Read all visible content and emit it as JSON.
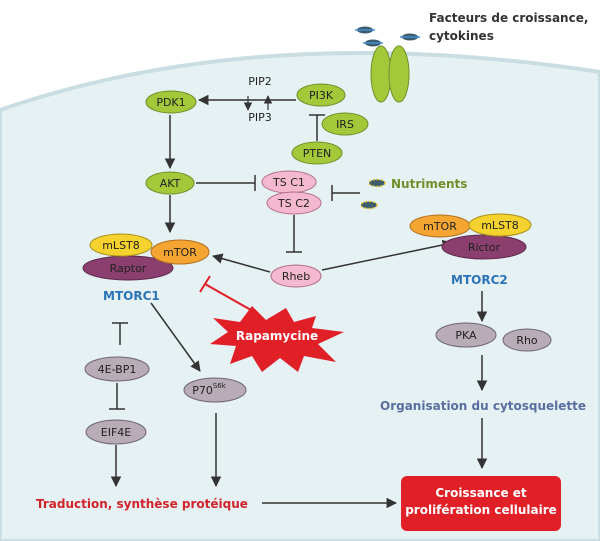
{
  "labels": {
    "growth_factors_line1": "Facteurs de croissance,",
    "growth_factors_line2": "cytokines",
    "nutriments": "Nutriments",
    "mtorc1": "MTORC1",
    "mtorc2": "MTORC2",
    "organisation": "Organisation du cytosquelette",
    "traduction": "Traduction, synthèse protéique",
    "croissance_line1": "Croissance et",
    "croissance_line2": "prolifération cellulaire",
    "rapamycine": "Rapamycine"
  },
  "nodes": {
    "pdk1": "PDK1",
    "pip2": "PIP2",
    "pip3": "PIP3",
    "pi3k": "PI3K",
    "irs": "IRS",
    "pten": "PTEN",
    "akt": "AKT",
    "tsc1": "TS C1",
    "tsc2": "TS C2",
    "rheb": "Rheb",
    "mlst8_c1": "mLST8",
    "mtor_c1": "mTOR",
    "raptor": "Raptor",
    "mtor_c2": "mTOR",
    "mlst8_c2": "mLST8",
    "rictor": "Rictor",
    "pka": "PKA",
    "rho": "Rho",
    "ebp1": "4E-BP1",
    "eif4e": "EIF4E",
    "p70": "P70",
    "p70_sup": "S6k"
  },
  "colors": {
    "cell_fill": "#e6f1f3",
    "cell_edge": "#c9dde2",
    "green_node": "#a3c93a",
    "pink_node": "#f5b9cf",
    "orange_node": "#f5a531",
    "yellow_node": "#f5d22e",
    "purple_node": "#8a3f6e",
    "gray_node": "#b8acb6",
    "blue_text": "#2b73b8",
    "red_text": "#d2232a",
    "green_text": "#6f8f2a",
    "slate_text": "#5a6ea0"
  }
}
